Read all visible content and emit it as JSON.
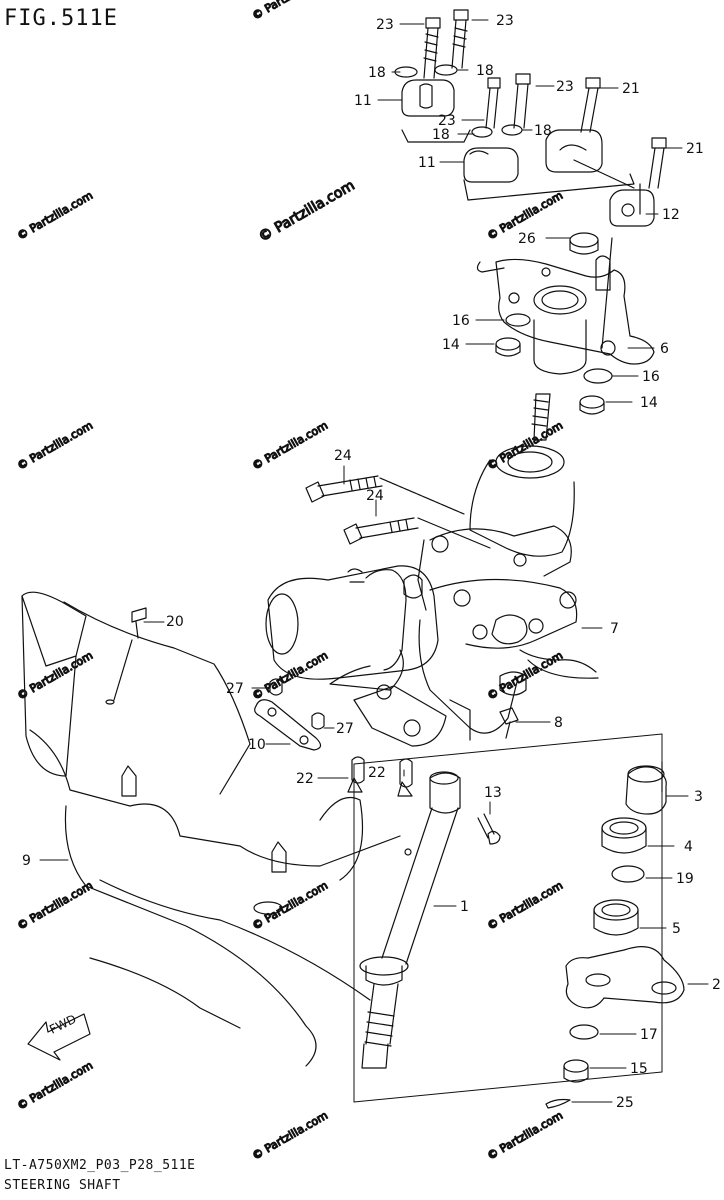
{
  "figure": {
    "title": "FIG.511E",
    "model_code": "LT-A750XM2_P03_P28_511E",
    "name": "STEERING SHAFT",
    "watermark": "© Partzilla.com",
    "fwd_label": "FWD"
  },
  "callouts": [
    {
      "id": "c23a",
      "num": "23",
      "part": "bolt"
    },
    {
      "id": "c23b",
      "num": "23",
      "part": "bolt"
    },
    {
      "id": "c18a",
      "num": "18",
      "part": "washer"
    },
    {
      "id": "c18b",
      "num": "18",
      "part": "washer"
    },
    {
      "id": "c11a",
      "num": "11",
      "part": "holder"
    },
    {
      "id": "c23c",
      "num": "23",
      "part": "bolt"
    },
    {
      "id": "c23d",
      "num": "23",
      "part": "bolt"
    },
    {
      "id": "c21a",
      "num": "21",
      "part": "bolt"
    },
    {
      "id": "c18c",
      "num": "18",
      "part": "washer"
    },
    {
      "id": "c18d",
      "num": "18",
      "part": "washer"
    },
    {
      "id": "c11b",
      "num": "11",
      "part": "holder"
    },
    {
      "id": "c21b",
      "num": "21",
      "part": "bolt"
    },
    {
      "id": "c12",
      "num": "12",
      "part": "holder"
    },
    {
      "id": "c26",
      "num": "26",
      "part": "nut"
    },
    {
      "id": "c16a",
      "num": "16",
      "part": "washer"
    },
    {
      "id": "c14a",
      "num": "14",
      "part": "nut"
    },
    {
      "id": "c6",
      "num": "6",
      "part": "bracket"
    },
    {
      "id": "c16b",
      "num": "16",
      "part": "washer"
    },
    {
      "id": "c14b",
      "num": "14",
      "part": "nut"
    },
    {
      "id": "c24a",
      "num": "24",
      "part": "bolt"
    },
    {
      "id": "c24b",
      "num": "24",
      "part": "bolt"
    },
    {
      "id": "c7",
      "num": "7",
      "part": "power steering unit"
    },
    {
      "id": "c20",
      "num": "20",
      "part": "clip"
    },
    {
      "id": "c27a",
      "num": "27",
      "part": "nut"
    },
    {
      "id": "c27b",
      "num": "27",
      "part": "nut"
    },
    {
      "id": "c10",
      "num": "10",
      "part": "bracket"
    },
    {
      "id": "c8",
      "num": "8",
      "part": "bolt"
    },
    {
      "id": "c22a",
      "num": "22",
      "part": "bolt"
    },
    {
      "id": "c22b",
      "num": "22",
      "part": "bolt"
    },
    {
      "id": "c13",
      "num": "13",
      "part": "bolt"
    },
    {
      "id": "c3",
      "num": "3",
      "part": "bushing"
    },
    {
      "id": "c4",
      "num": "4",
      "part": "seal"
    },
    {
      "id": "c19",
      "num": "19",
      "part": "circlip"
    },
    {
      "id": "c5",
      "num": "5",
      "part": "seal"
    },
    {
      "id": "c2",
      "num": "2",
      "part": "arm"
    },
    {
      "id": "c1",
      "num": "1",
      "part": "steering shaft"
    },
    {
      "id": "c9",
      "num": "9",
      "part": "cover"
    },
    {
      "id": "c17",
      "num": "17",
      "part": "washer"
    },
    {
      "id": "c15",
      "num": "15",
      "part": "nut"
    },
    {
      "id": "c25",
      "num": "25",
      "part": "cotter pin"
    }
  ]
}
